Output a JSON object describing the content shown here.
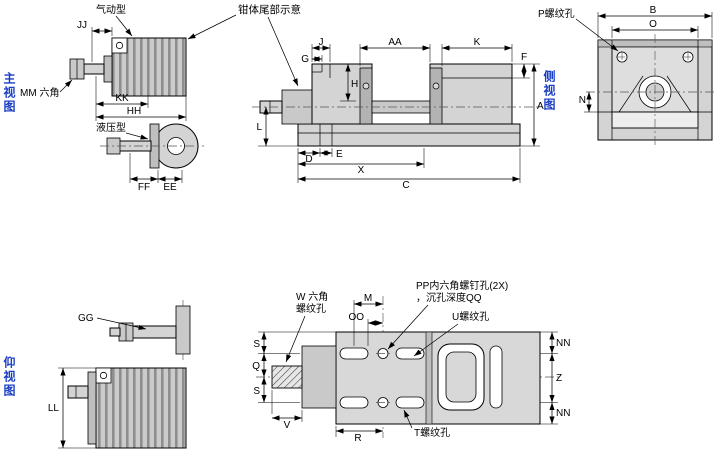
{
  "drawing": {
    "background": "#ffffff",
    "line_color": "#000000",
    "part_fill": "#d4d4d4",
    "view_label_color": "#1b3fc4"
  },
  "view_labels": {
    "main": "主视图",
    "side": "侧视图",
    "bottom": "仰视图"
  },
  "callouts": {
    "pneumatic": "气动型",
    "hydraulic": "液压型",
    "tail_note": "钳体尾部示意",
    "mm_hex": "MM 六角",
    "p_thread": "P螺纹孔",
    "w_hex_line1": "W 六角",
    "w_hex_line2": "螺纹孔",
    "pp_line1": "PP内六角螺钉孔(2X)",
    "pp_line2": "，沉孔深度QQ",
    "u_thread": "U螺纹孔",
    "t_thread": "T螺纹孔"
  },
  "dims": {
    "JJ": "JJ",
    "KK": "KK",
    "HH": "HH",
    "FF": "FF",
    "EE": "EE",
    "GG": "GG",
    "LL": "LL",
    "J": "J",
    "G": "G",
    "AA": "AA",
    "K": "K",
    "F": "F",
    "A": "A",
    "H": "H",
    "L": "L",
    "D": "D",
    "E": "E",
    "X": "X",
    "C": "C",
    "B": "B",
    "O": "O",
    "N": "N",
    "M": "M",
    "OO": "OO",
    "S": "S",
    "Q": "Q",
    "V": "V",
    "R": "R",
    "NN": "NN",
    "Z": "Z"
  }
}
